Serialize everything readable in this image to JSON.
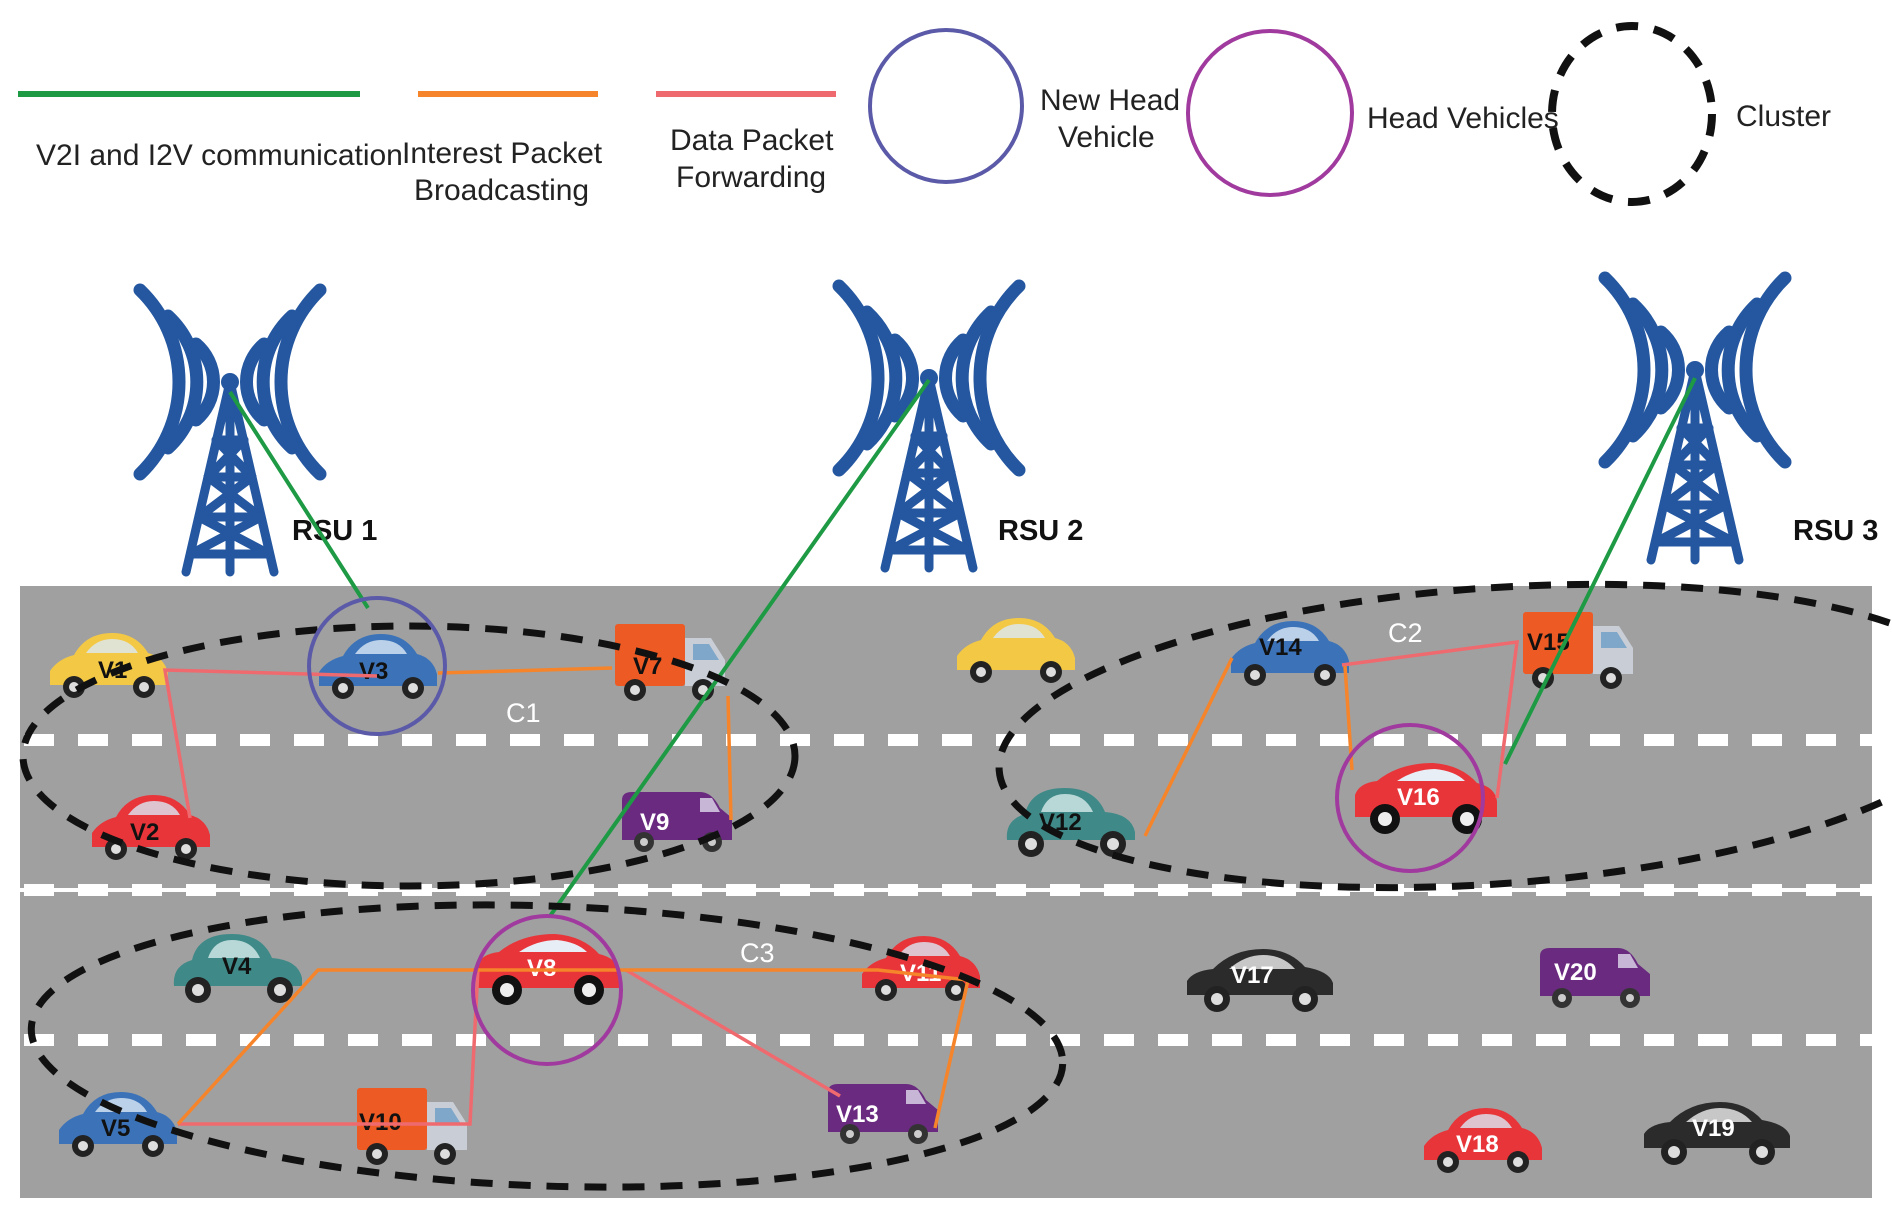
{
  "legend": {
    "v2i": "V2I and I2V communication",
    "interest_1": "Interest Packet",
    "interest_2": "Broadcasting",
    "data_1": "Data Packet",
    "data_2": "Forwarding",
    "new_head_1": "New Head",
    "new_head_2": "Vehicle",
    "head": "Head Vehicles",
    "cluster": "Cluster"
  },
  "rsus": [
    {
      "label": "RSU 1"
    },
    {
      "label": "RSU 2"
    },
    {
      "label": "RSU 3"
    }
  ],
  "clusters": [
    {
      "label": "C1"
    },
    {
      "label": "C2"
    },
    {
      "label": "C3"
    }
  ],
  "vehicles": {
    "V1": "V1",
    "V2": "V2",
    "V3": "V3",
    "V4": "V4",
    "V5": "V5",
    "V7": "V7",
    "V8": "V8",
    "V9": "V9",
    "V10": "V10",
    "V11": "V11",
    "V12": "V12",
    "V13": "V13",
    "V14": "V14",
    "V15": "V15",
    "V16": "V16",
    "V17": "V17",
    "V18": "V18",
    "V19": "V19",
    "V20": "V20"
  },
  "colors": {
    "v2i": "#1e9a45",
    "interest": "#f5842a",
    "data": "#ef6a6e",
    "new_head": "#5b5aa8",
    "head": "#a03a9e",
    "cluster": "#111111",
    "tower": "#2457a0",
    "road": "#a0a0a0"
  }
}
